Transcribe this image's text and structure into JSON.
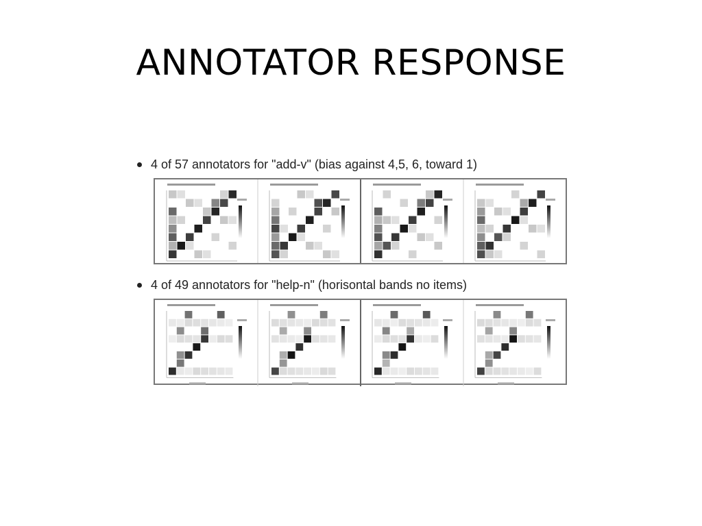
{
  "slide": {
    "title": "ANNOTATOR RESPONSE"
  },
  "bullets": [
    {
      "text": "4 of 57 annotators for \"add-v\" (bias against 4,5, 6, toward 1)"
    },
    {
      "text": "4 of 49 annotators for \"help-n\" (horisontal bands no items)"
    }
  ],
  "colors": {
    "panel_border": "#777777",
    "heat_dark": "#111111",
    "heat_light": "#f2f2f2"
  }
}
